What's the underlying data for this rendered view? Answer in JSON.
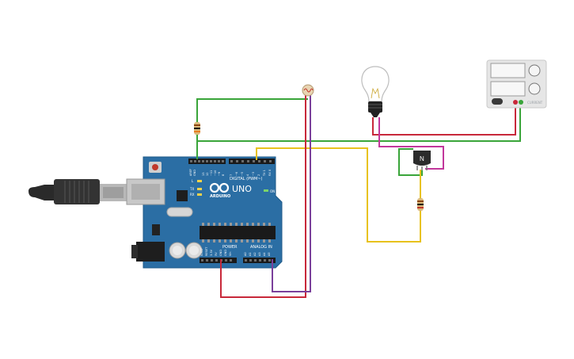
{
  "arduino": {
    "logo_text": "ARDUINO",
    "model": "UNO",
    "digital_label": "DIGITAL (PWM~)",
    "power_label": "POWER",
    "analog_label": "ANALOG IN",
    "on_label": "ON",
    "tx_label": "TX",
    "rx_label": "RX",
    "l_label": "L",
    "aref_label": "AREF",
    "gnd_label": "GND",
    "digital_pins": [
      "13",
      "12",
      "~11",
      "~10",
      "~9",
      "8",
      "7",
      "~6",
      "~5",
      "4",
      "~3",
      "2",
      "TX 1",
      "RX 0"
    ],
    "power_pins": [
      "IOREF",
      "RESET",
      "3.3V",
      "5V",
      "GND",
      "GND",
      "Vin"
    ],
    "analog_pins": [
      "A0",
      "A1",
      "A2",
      "A3",
      "A4",
      "A5"
    ]
  },
  "transistor": {
    "label": "N"
  },
  "power_supply": {
    "label": "CURRENT"
  },
  "colors": {
    "board": "#2b6ea4",
    "wire_green": "#3aa53a",
    "wire_yellow": "#e8c21d",
    "wire_red": "#c8283a",
    "wire_purple": "#7a3f9b",
    "wire_magenta": "#c2379b"
  }
}
